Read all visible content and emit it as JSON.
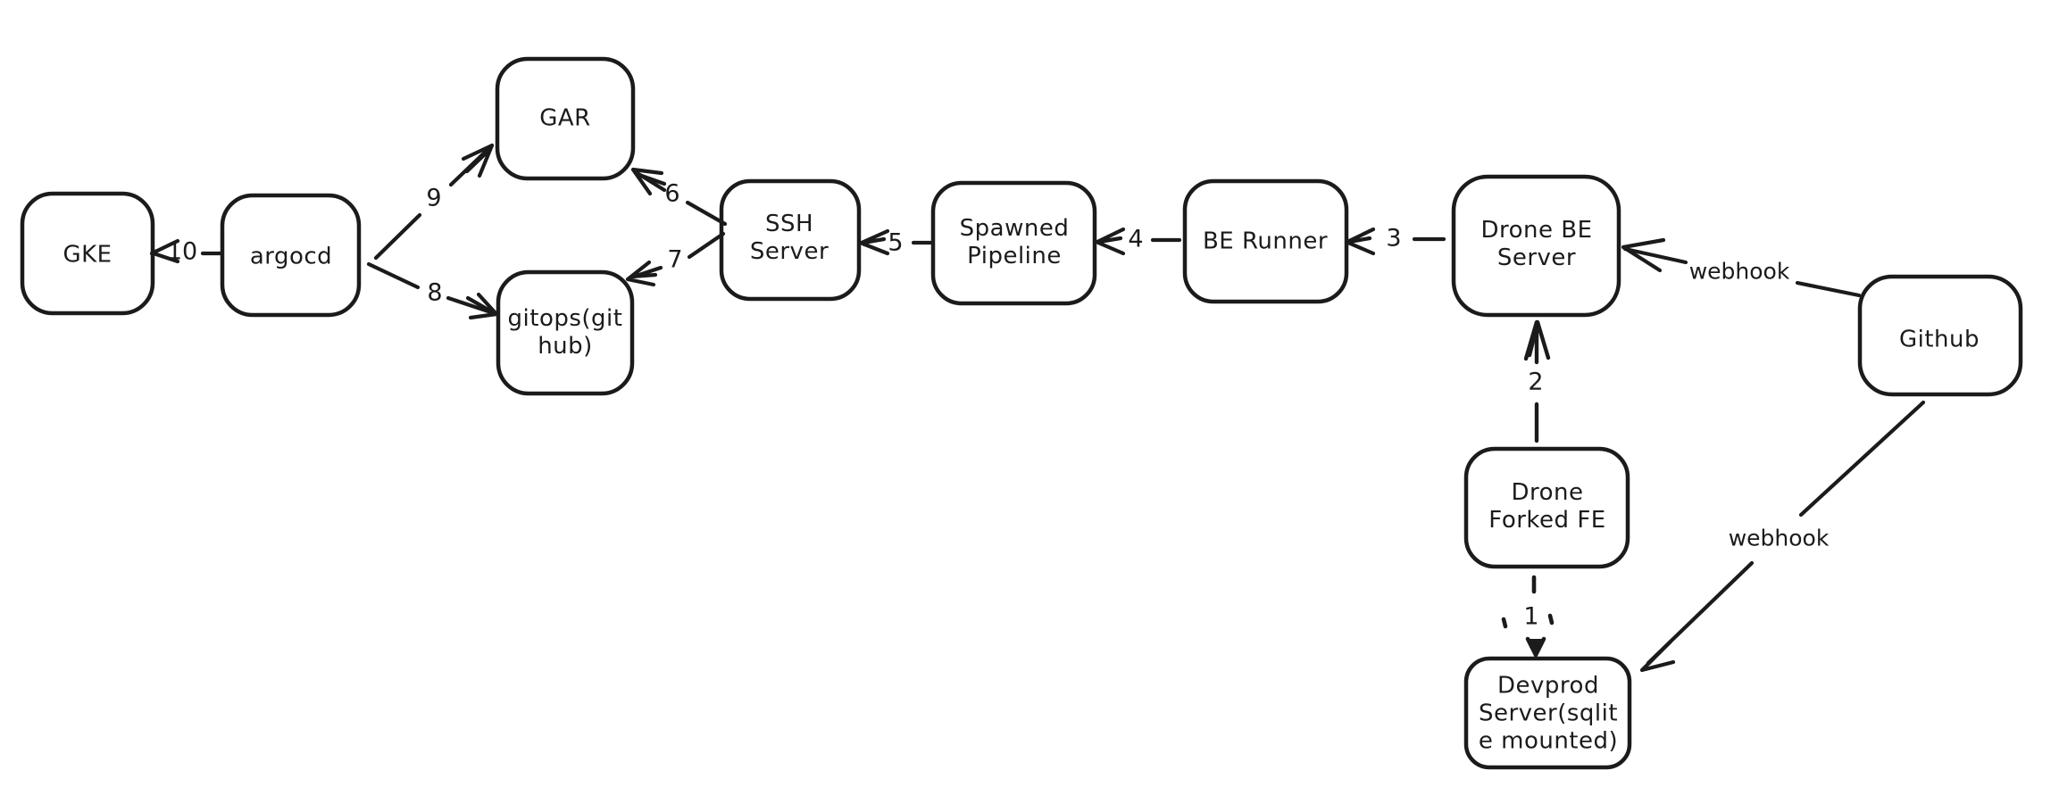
{
  "canvas": {
    "background": "#ffffff",
    "ink": "#1b1b1b"
  },
  "nodes": {
    "gke": {
      "label": "GKE"
    },
    "argocd": {
      "label": "argocd"
    },
    "gar": {
      "label": "GAR"
    },
    "gitops": {
      "label": "gitops(git\nhub)"
    },
    "ssh_server": {
      "label": "SSH\nServer"
    },
    "spawned_pipeline": {
      "label": "Spawned\nPipeline"
    },
    "be_runner": {
      "label": "BE Runner"
    },
    "drone_be_server": {
      "label": "Drone BE\nServer"
    },
    "github": {
      "label": "Github"
    },
    "drone_forked_fe": {
      "label": "Drone\nForked FE"
    },
    "devprod_server": {
      "label": "Devprod\nServer(sqlit\ne mounted)"
    }
  },
  "edges": {
    "step1": {
      "from": "drone_forked_fe",
      "to": "devprod_server",
      "label": "1"
    },
    "step2": {
      "from": "drone_forked_fe",
      "to": "drone_be_server",
      "label": "2"
    },
    "step3": {
      "from": "drone_be_server",
      "to": "be_runner",
      "label": "3"
    },
    "step4": {
      "from": "be_runner",
      "to": "spawned_pipeline",
      "label": "4"
    },
    "step5": {
      "from": "spawned_pipeline",
      "to": "ssh_server",
      "label": "5"
    },
    "step6": {
      "from": "ssh_server",
      "to": "gar",
      "label": "6"
    },
    "step7": {
      "from": "ssh_server",
      "to": "gitops",
      "label": "7"
    },
    "step8": {
      "from": "argocd",
      "to": "gitops",
      "label": "8"
    },
    "step9": {
      "from": "argocd",
      "to": "gar",
      "label": "9"
    },
    "step10": {
      "from": "argocd",
      "to": "gke",
      "label": "10"
    },
    "webhook_to_drone_be": {
      "from": "github",
      "to": "drone_be_server",
      "label": "webhook"
    },
    "webhook_to_devprod": {
      "from": "github",
      "to": "devprod_server",
      "label": "webhook"
    }
  }
}
